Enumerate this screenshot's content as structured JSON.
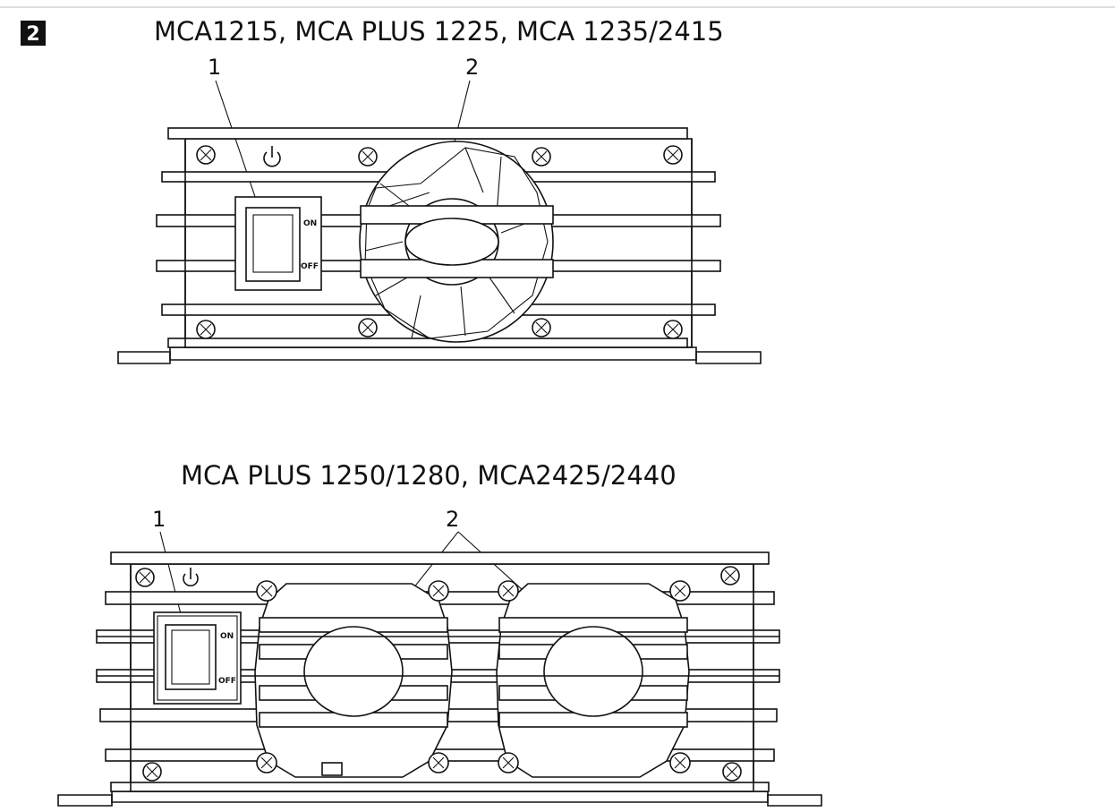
{
  "figure_number": "2",
  "top_unit": {
    "title": "MCA1215, MCA PLUS 1225, MCA 1235/2415",
    "callout_1": "1",
    "callout_2": "2",
    "switch_on": "ON",
    "switch_off": "OFF"
  },
  "bottom_unit": {
    "title": "MCA PLUS 1250/1280, MCA2425/2440",
    "callout_1": "1",
    "callout_2": "2",
    "switch_on": "ON",
    "switch_off": "OFF"
  },
  "colors": {
    "line": "#111111",
    "background": "#ffffff",
    "badge": "#111111"
  }
}
